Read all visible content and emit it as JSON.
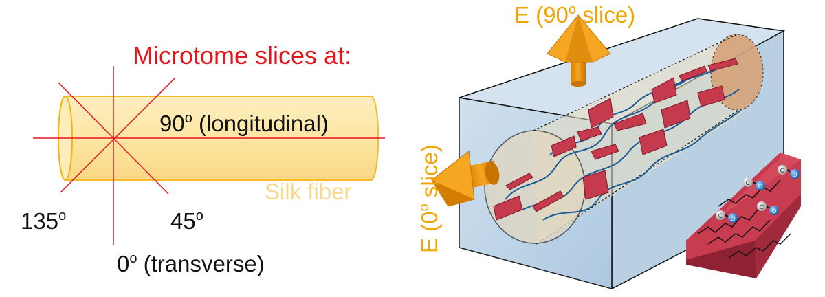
{
  "left_panel": {
    "heading": "Microtome slices at:",
    "label_90": "90",
    "label_90_suffix": " (longitudinal)",
    "label_135": "135",
    "label_45": "45",
    "label_0": "0",
    "label_0_suffix": " (transverse)",
    "degree_mark": "o",
    "fiber_label": "Silk fiber"
  },
  "right_panel": {
    "arrow_top_label_prefix": "E (90",
    "arrow_top_label_suffix": " slice)",
    "arrow_side_label_prefix": "E (0",
    "arrow_side_label_suffix": " slice)",
    "degree_mark": "o",
    "molecule_atoms": [
      {
        "c": "C",
        "o": "O"
      },
      {
        "c": "C",
        "o": "O"
      },
      {
        "c": "C",
        "o": "O"
      },
      {
        "c": "C",
        "o": "O"
      }
    ]
  },
  "colors": {
    "heading": "#e8141c",
    "slice_lines": "#e8141c",
    "fiber_fill": "#fde49a",
    "fiber_stroke": "#f2b418",
    "fiber_label": "#f8d88a",
    "arrow_label": "#f0a400",
    "arrow_fill": "#f09a10",
    "box_fill": "#bcd4e6",
    "crystal": "#c63a4e",
    "chain": "#1a5c98"
  }
}
